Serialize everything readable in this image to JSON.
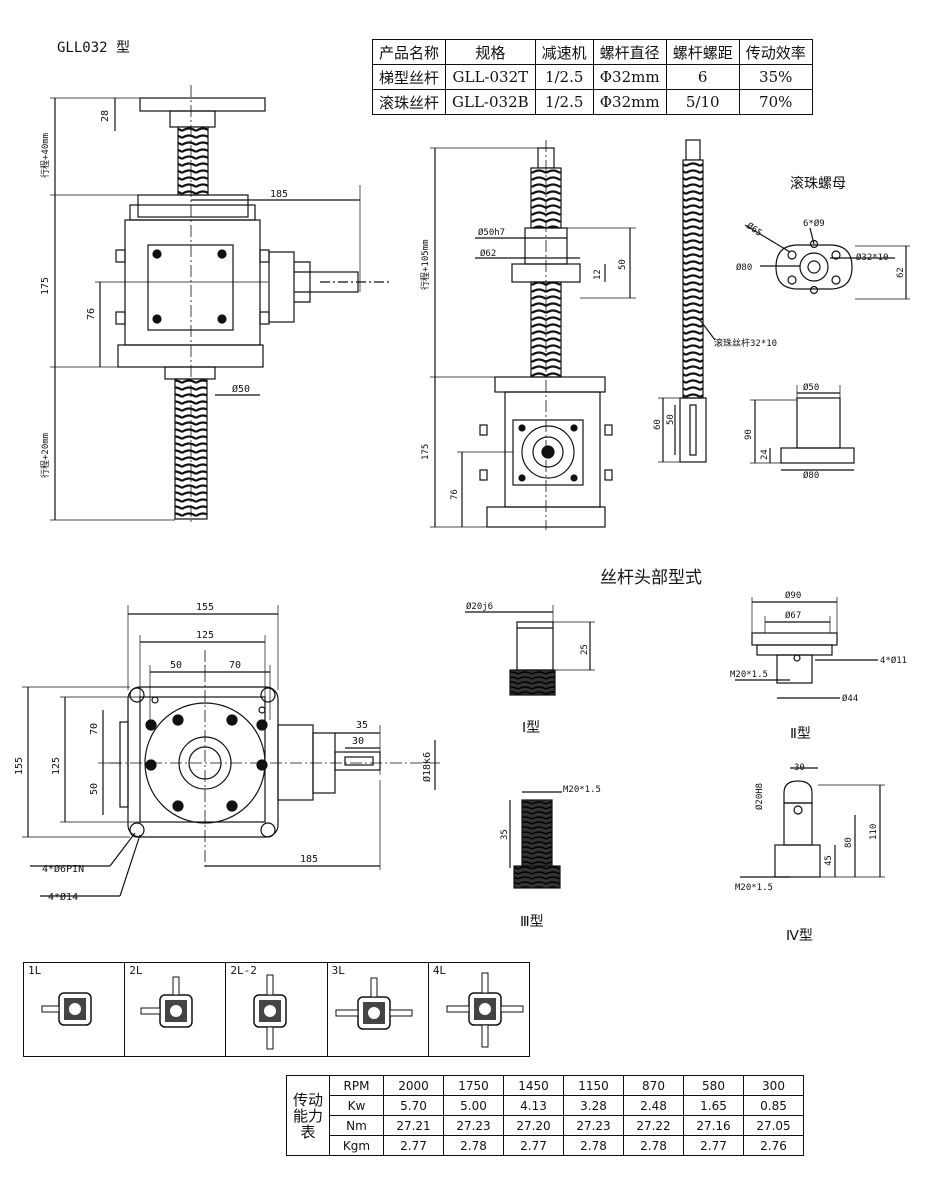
{
  "title": "GLL032 型",
  "spec_table": {
    "headers": [
      "产品名称",
      "规格",
      "减速机",
      "螺杆直径",
      "螺杆螺距",
      "传动效率"
    ],
    "rows": [
      [
        "梯型丝杆",
        "GLL-032T",
        "1/2.5",
        "Φ32mm",
        "6",
        "35%"
      ],
      [
        "滚珠丝杆",
        "GLL-032B",
        "1/2.5",
        "Φ32mm",
        "5/10",
        "70%"
      ]
    ]
  },
  "front_view": {
    "dims": [
      "28",
      "185",
      "175",
      "76",
      "Ø50"
    ],
    "stroke_top": "行程+40mm",
    "stroke_bottom": "行程+20mm"
  },
  "ball_view": {
    "dims": [
      "Ø50h7",
      "Ø62",
      "12",
      "50",
      "175",
      "76"
    ],
    "stroke": "行程+105mm",
    "screw_label": "滚珠丝杆32*10",
    "side_dims": [
      "60",
      "50"
    ]
  },
  "ball_nut": {
    "title": "滚珠螺母",
    "dims": [
      "Ø65",
      "6*Ø9",
      "Ø80",
      "Ø32*10",
      "62",
      "Ø50",
      "90",
      "24",
      "Ø80"
    ]
  },
  "plan_view": {
    "dims": [
      "155",
      "125",
      "50",
      "70",
      "35",
      "30",
      "Ø18k6",
      "155",
      "125",
      "70",
      "50",
      "185"
    ],
    "callouts": [
      "4*Ø6PIN",
      "4*Ø14"
    ]
  },
  "ends": {
    "title": "丝杆头部型式",
    "type1": {
      "label": "Ⅰ型",
      "dims": [
        "Ø20j6",
        "25"
      ]
    },
    "type2": {
      "label": "Ⅱ型",
      "dims": [
        "Ø90",
        "Ø67",
        "4*Ø11",
        "M20*1.5",
        "Ø44"
      ]
    },
    "type3": {
      "label": "Ⅲ型",
      "dims": [
        "M20*1.5",
        "35"
      ]
    },
    "type4": {
      "label": "Ⅳ型",
      "dims": [
        "Ø20H8",
        "30",
        "110",
        "80",
        "45",
        "M20*1.5"
      ]
    }
  },
  "configs": [
    "1L",
    "2L",
    "2L-2",
    "3L",
    "4L"
  ],
  "perf_table": {
    "side_label": "传动能力表",
    "rows": [
      {
        "label": "RPM",
        "values": [
          "2000",
          "1750",
          "1450",
          "1150",
          "870",
          "580",
          "300"
        ]
      },
      {
        "label": "Kw",
        "values": [
          "5.70",
          "5.00",
          "4.13",
          "3.28",
          "2.48",
          "1.65",
          "0.85"
        ]
      },
      {
        "label": "Nm",
        "values": [
          "27.21",
          "27.23",
          "27.20",
          "27.23",
          "27.22",
          "27.16",
          "27.05"
        ]
      },
      {
        "label": "Kgm",
        "values": [
          "2.77",
          "2.78",
          "2.77",
          "2.78",
          "2.78",
          "2.77",
          "2.76"
        ]
      }
    ]
  }
}
